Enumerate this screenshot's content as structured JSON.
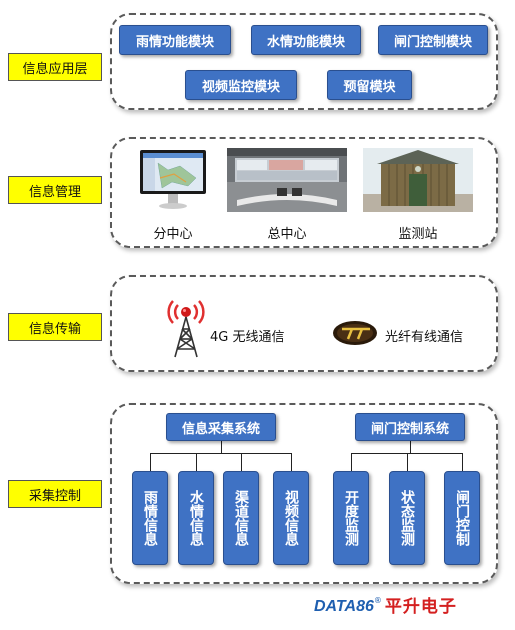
{
  "layers": {
    "application": "信息应用层",
    "management": "信息管理",
    "transmission": "信息传输",
    "collection": "采集控制"
  },
  "app_modules": [
    "雨情功能模块",
    "水情功能模块",
    "闸门控制模块",
    "视频监控模块",
    "预留模块"
  ],
  "management_sites": [
    "分中心",
    "总中心",
    "监测站"
  ],
  "transmission": {
    "wireless": "4G 无线通信",
    "fiber": "光纤有线通信"
  },
  "collection": {
    "info_system": "信息采集系统",
    "gate_system": "闸门控制系统",
    "info_items": [
      "雨情信息",
      "水情信息",
      "渠道信息",
      "视频信息"
    ],
    "gate_items": [
      "开度监测",
      "状态监测",
      "闸门控制"
    ]
  },
  "brand": {
    "latin": "DATA86",
    "reg": "®",
    "chinese": "平升电子"
  }
}
